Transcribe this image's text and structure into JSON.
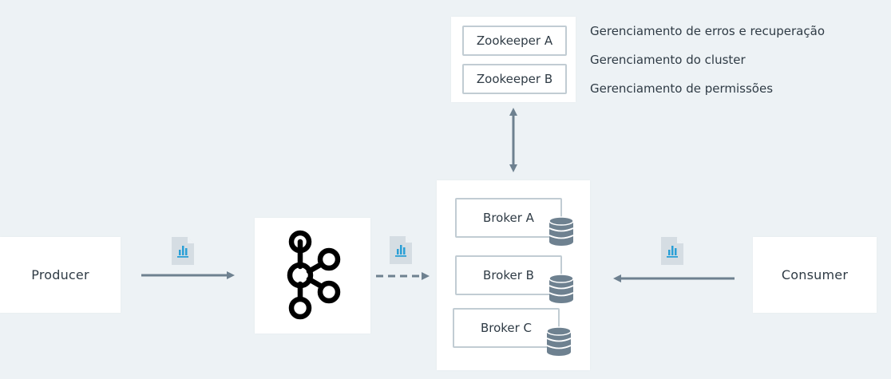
{
  "producer": {
    "label": "Producer"
  },
  "consumer": {
    "label": "Consumer"
  },
  "kafka": {
    "icon": "kafka-logo-icon"
  },
  "zookeeper": {
    "nodes": [
      "Zookeeper A",
      "Zookeeper B"
    ],
    "responsibilities": [
      "Gerenciamento de erros e recuperação",
      "Gerenciamento do cluster",
      "Gerenciamento de permissões"
    ]
  },
  "brokers": {
    "nodes": [
      "Broker A",
      "Broker B",
      "Broker C"
    ],
    "icon": "database-icon"
  },
  "messages": {
    "icon": "message-document-icon"
  },
  "colors": {
    "background": "#edf2f5",
    "arrow": "#6e8190",
    "box_border": "#c1ccd3",
    "database": "#6e8190",
    "doc_accent": "#2a9fd6",
    "doc_paper": "#d5dde3"
  }
}
